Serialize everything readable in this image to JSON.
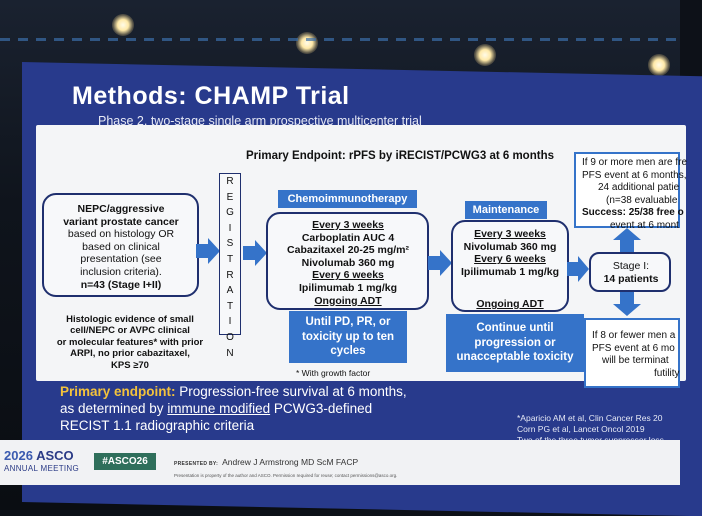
{
  "slide": {
    "title": "Methods: CHAMP Trial",
    "subtitle": "Phase 2, two-stage single arm prospective multicenter trial",
    "primary_endpoint_header": "Primary Endpoint: rPFS by iRECIST/PCWG3 at 6 months",
    "eligibility": {
      "l1": "NEPC/aggressive",
      "l2": "variant prostate cancer",
      "l3": "based on histology OR",
      "l4": "based on clinical",
      "l5": "presentation (see",
      "l6": "inclusion criteria).",
      "l7": "n=43 (Stage I+II)"
    },
    "histology_note": {
      "l1": "Histologic evidence of small",
      "l2": "cell/NEPC or AVPC clinical",
      "l3": "or molecular features* with prior",
      "l4": "ARPI, no prior cabazitaxel,",
      "l5": "KPS ≥70"
    },
    "registration_letters": [
      "R",
      "E",
      "G",
      "I",
      "S",
      "T",
      "R",
      "A",
      "T",
      "I",
      "O",
      "N"
    ],
    "chemo": {
      "label": "Chemoimmunotherapy",
      "every3": "Every 3 weeks",
      "carbo": "Carboplatin AUC 4",
      "cabazi": "Cabazitaxel 20-25 mg/m²",
      "nivo": "Nivolumab 360 mg",
      "every6": "Every 6 weeks",
      "ipi": "Ipilimumab 1 mg/kg",
      "adt": "Ongoing ADT",
      "until_l1": "Until PD, PR, or",
      "until_l2": "toxicity up to ten",
      "until_l3": "cycles",
      "growth": "* With growth factor"
    },
    "maintenance": {
      "label": "Maintenance",
      "every3": "Every 3 weeks",
      "nivo": "Nivolumab 360 mg",
      "every6": "Every 6 weeks",
      "ipi": "Ipilimumab 1 mg/kg",
      "adt": "Ongoing ADT",
      "until_l1": "Continue until",
      "until_l2": "progression or",
      "until_l3": "unacceptable toxicity"
    },
    "stage1": {
      "l1": "Stage I:",
      "l2": "14 patients"
    },
    "upper_result": {
      "l1": "If 9 or more men are fre",
      "l2": "PFS event at 6 months,",
      "l3": "24 additional patie",
      "l4": "(n=38 evaluable",
      "l5": "Success: 25/38 free o",
      "l6": "event at 6 mont"
    },
    "lower_result": {
      "l1": "If 8 or fewer men a",
      "l2": "PFS event at 6 mo",
      "l3": "will be terminat",
      "l4": "futility"
    },
    "primary": {
      "label": "Primary endpoint:",
      "t1": " Progression-free survival at 6 months,",
      "t2a": "as determined by ",
      "t2b": "immune modified",
      "t2c": " PCWG3-defined",
      "t3": "RECIST 1.1 radiographic criteria"
    },
    "refs": {
      "r1": "*Aparicio AM et al, Clin Cancer Res 20",
      "r2": "Corn PG et al, Lancet Oncol 2019",
      "r3": "Two of the three tumor suppressor loss"
    }
  },
  "footer": {
    "year": "2026",
    "asco": "ASCO",
    "meeting": "ANNUAL MEETING",
    "hashtag": "#ASCO26",
    "presented_label": "PRESENTED BY:",
    "presenter": "Andrew J Armstrong MD ScM FACP",
    "legal": "Presentation is property of the author and ASCO. Permission required for reuse; contact permissions@asco.org."
  },
  "colors": {
    "slide_background": "#283a8c",
    "accent_blue": "#3573c9",
    "highlight_yellow": "#f3c23c",
    "hashtag_green": "#2f6f5b"
  }
}
